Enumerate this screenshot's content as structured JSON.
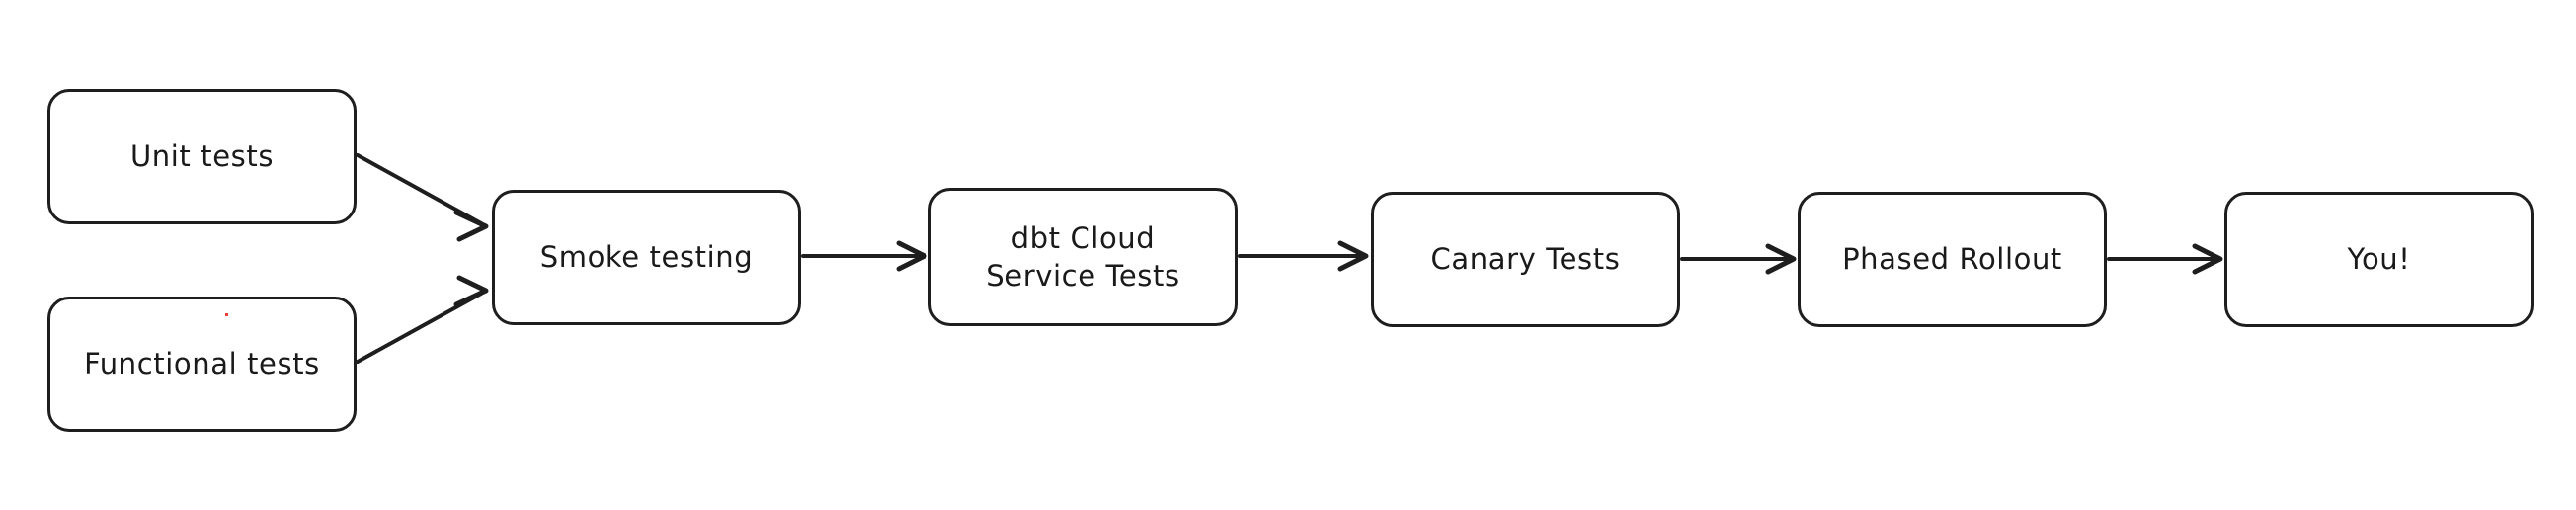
{
  "diagram": {
    "type": "flowchart",
    "orientation": "left-to-right",
    "background_color": "#ffffff",
    "stroke_color": "#1e1e1e",
    "text_color": "#1a1a1a",
    "nodes": [
      {
        "id": "unit-tests",
        "label": "Unit tests"
      },
      {
        "id": "functional-tests",
        "label": "Functional tests"
      },
      {
        "id": "smoke-testing",
        "label": "Smoke testing"
      },
      {
        "id": "dbt-cloud-service-tests",
        "label": "dbt Cloud\nService Tests"
      },
      {
        "id": "canary-tests",
        "label": "Canary Tests"
      },
      {
        "id": "phased-rollout",
        "label": "Phased Rollout"
      },
      {
        "id": "you",
        "label": "You!"
      }
    ],
    "edges": [
      {
        "from": "unit-tests",
        "to": "smoke-testing"
      },
      {
        "from": "functional-tests",
        "to": "smoke-testing"
      },
      {
        "from": "smoke-testing",
        "to": "dbt-cloud-service-tests"
      },
      {
        "from": "dbt-cloud-service-tests",
        "to": "canary-tests"
      },
      {
        "from": "canary-tests",
        "to": "phased-rollout"
      },
      {
        "from": "phased-rollout",
        "to": "you"
      }
    ]
  }
}
